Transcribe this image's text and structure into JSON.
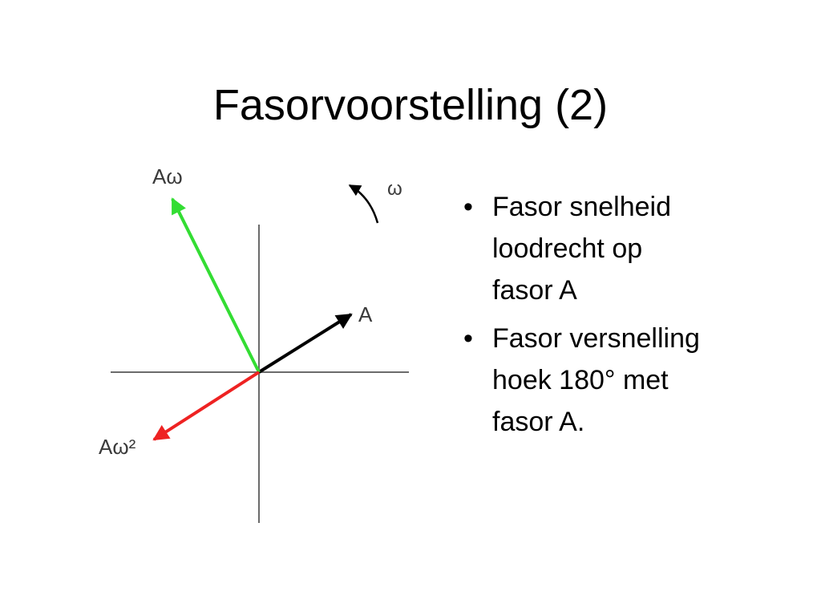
{
  "slide": {
    "title": "Fasorvoorstelling (2)"
  },
  "diagram": {
    "labels": {
      "phasor_a": "A",
      "phasor_velocity": "Aω",
      "phasor_acceleration": "Aω²",
      "rotation": "ω"
    },
    "colors": {
      "axes": "#6b6b6b",
      "phasor_a": "#000000",
      "phasor_velocity": "#33dd33",
      "phasor_acceleration": "#ee2222",
      "rotation_arrow": "#000000"
    }
  },
  "bullets": [
    {
      "marker": "•",
      "lines": [
        "Fasor snelheid",
        "loodrecht op",
        "fasor A"
      ]
    },
    {
      "marker": "•",
      "lines": [
        "Fasor versnelling",
        "hoek 180° met",
        "fasor A."
      ]
    }
  ]
}
